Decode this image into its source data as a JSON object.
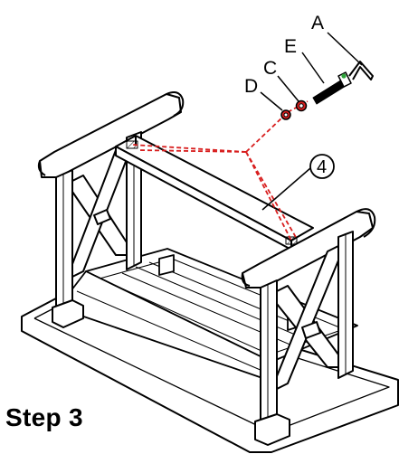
{
  "step_title": "Step 3",
  "part_labels": {
    "a": "A",
    "e": "E",
    "c": "C",
    "d": "D"
  },
  "part_number": "4",
  "colors": {
    "line": "#000000",
    "guide": "#d81e1e",
    "bolt_tip": "#2ea43a",
    "background": "#ffffff"
  }
}
